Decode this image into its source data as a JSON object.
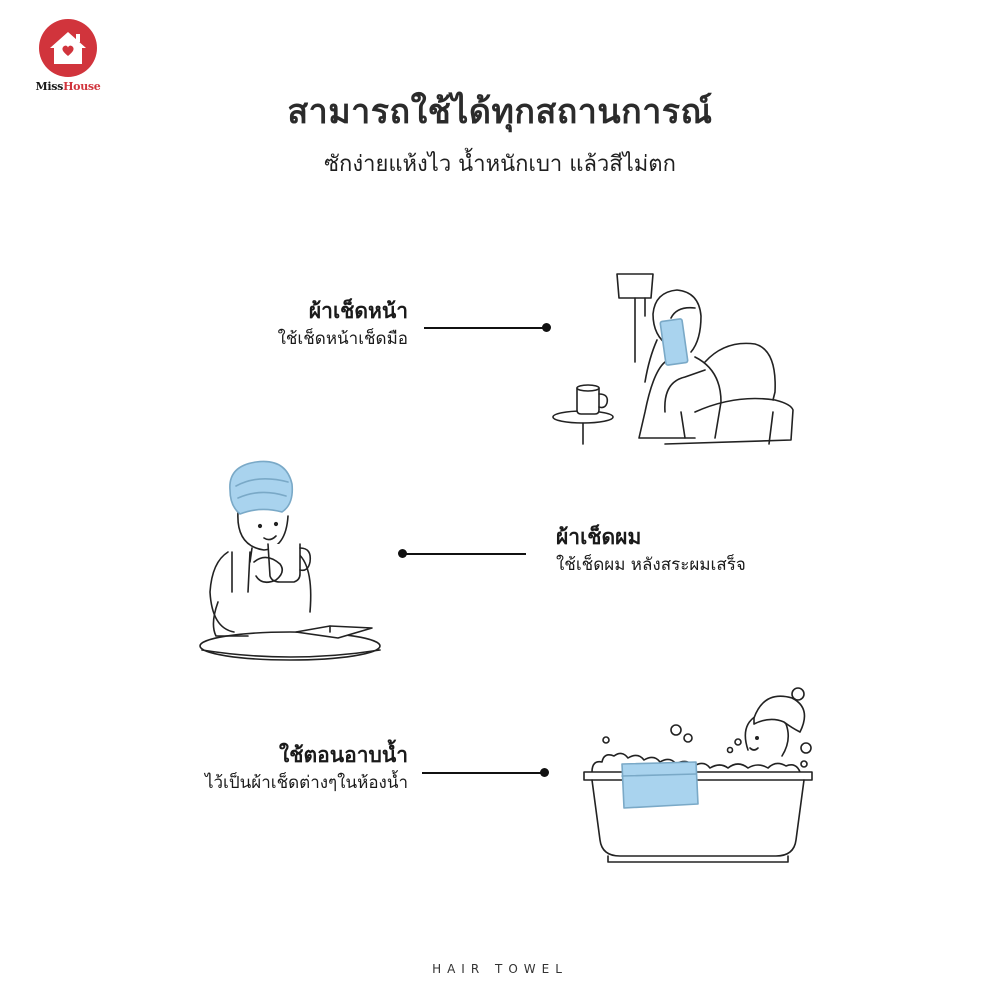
{
  "brand": {
    "name_part1": "Miss",
    "name_part2": "House",
    "logo_icon": "house-heart-icon",
    "color": "#d1343c"
  },
  "header": {
    "title": "สามารถใช้ได้ทุกสถานการณ์",
    "subtitle": "ซักง่ายแห้งไว น้ำหนักเบา แล้วสีไม่ตก"
  },
  "uses": [
    {
      "title": "ผ้าเช็ดหน้า",
      "desc": "ใช้เช็ดหน้าเช็ดมือ",
      "icon": "woman-armchair-illustration"
    },
    {
      "title": "ผ้าเช็ดผม",
      "desc": "ใช้เช็ดผม หลังสระผมเสร็จ",
      "icon": "woman-hair-towel-illustration"
    },
    {
      "title": "ใช้ตอนอาบน้ำ",
      "desc": "ไว้เป็นผ้าเช็ดต่างๆในห้องน้ำ",
      "icon": "woman-bathtub-illustration"
    }
  ],
  "footer": {
    "text": "HAIR TOWEL"
  },
  "colors": {
    "towel": "#a9d3ee",
    "line": "#111111"
  }
}
